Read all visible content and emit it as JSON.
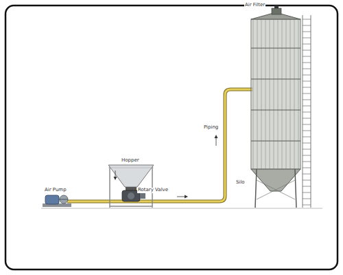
{
  "diagram": {
    "labels": [
      "Air Filter",
      "Piping",
      "Hopper",
      "Rotary Valve",
      "Air Pump",
      "Silo"
    ]
  }
}
